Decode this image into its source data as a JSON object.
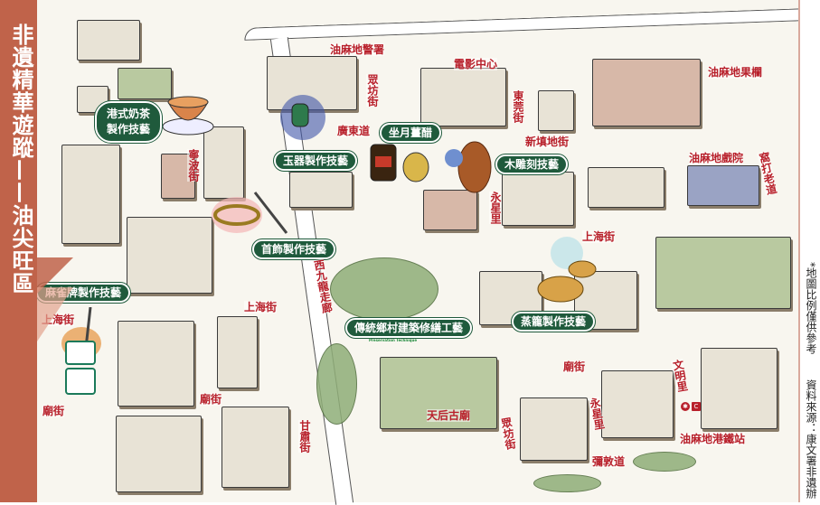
{
  "sidebar": {
    "title": "非遺精華遊蹤——油尖旺區"
  },
  "footnotes": {
    "scale_note": "*地圖比例僅供參考",
    "source": "資料來源：康文署非遺辦"
  },
  "heritage_labels": {
    "milk_tea": "港式奶茶製作技藝",
    "jade": "玉器製作技藝",
    "ginger_vinegar": "坐月薑醋",
    "wood_carving": "木雕刻技藝",
    "jewelry": "首飾製作技藝",
    "mahjong": "麻雀牌製作技藝",
    "village_architecture": "傳統鄉村建築修繕工藝",
    "village_architecture_en": "Preservation Technique",
    "bamboo_steamer": "蒸籠製作技藝"
  },
  "landmarks": {
    "police_station": "油麻地警署",
    "film_centre": "電影中心",
    "fruit_market": "油麻地果欄",
    "theatre": "油麻地戲院",
    "tin_hau_temple": "天后古廟",
    "mtr_station": "油麻地港鐵站"
  },
  "streets": {
    "public_square_st_1": "眾坊街",
    "canton_rd": "廣東道",
    "tung_kun_st": "東莞街",
    "reclamation_st": "新填地街",
    "waterloo_rd": "窩打老道",
    "wing_sing_lane_1": "永星里",
    "shanghai_st_1": "上海街",
    "ning_po_st": "寧波街",
    "west_kowloon_corridor": "西九龍走廊",
    "shanghai_st_2": "上海街",
    "shanghai_st_3": "上海街",
    "temple_st_1": "廟街",
    "temple_st_2": "廟街",
    "kansu_st": "甘肅街",
    "public_square_st_2": "眾坊街",
    "temple_st_3": "廟街",
    "wing_sing_lane_2": "永星里",
    "man_ming_lane": "文明里",
    "nathan_rd": "彌敦道"
  },
  "colors": {
    "sidebar": "#c0634a",
    "pill": "#1f5a3c",
    "street_label": "#b8202b"
  }
}
